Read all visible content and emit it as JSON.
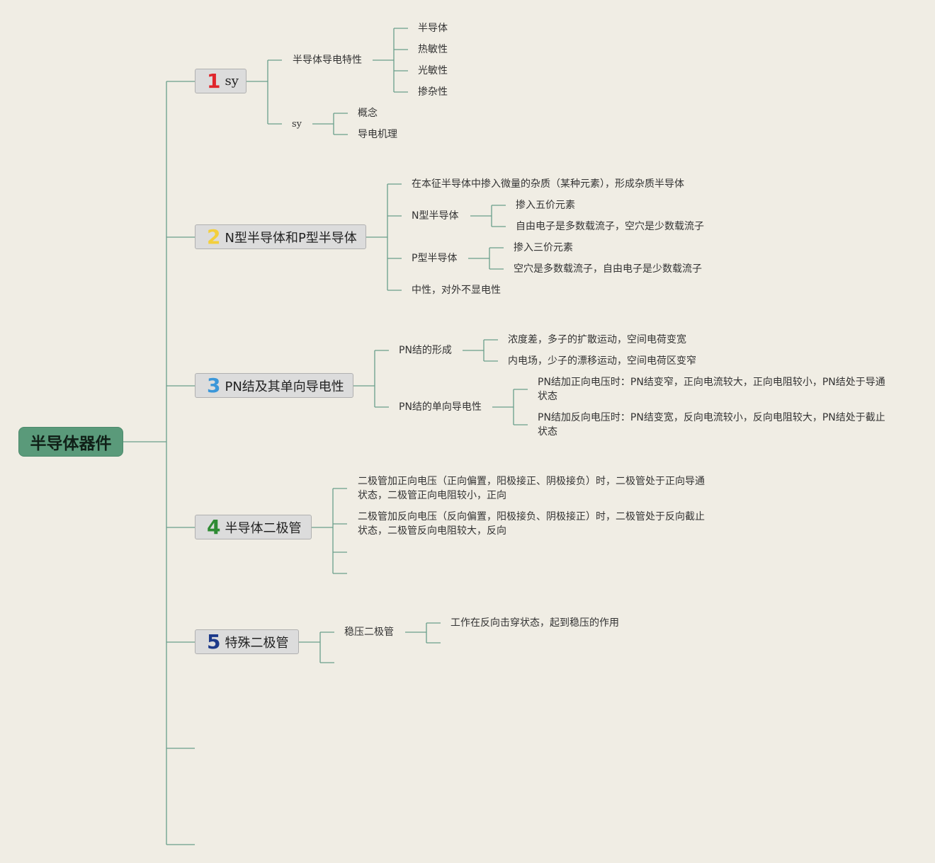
{
  "root": {
    "label": "半导体器件"
  },
  "topics": [
    {
      "number": "1",
      "color": "#e0262c",
      "label": "sy"
    },
    {
      "number": "2",
      "color": "#f3cf3c",
      "label": "N型半导体和P型半导体"
    },
    {
      "number": "3",
      "color": "#3b97d9",
      "label": "PN结及其单向导电性"
    },
    {
      "number": "4",
      "color": "#2e8b33",
      "label": "半导体二极管"
    },
    {
      "number": "5",
      "color": "#1d3a8a",
      "label": "特殊二极管"
    }
  ],
  "t1": {
    "a": {
      "label": "半导体导电特性",
      "children": [
        "半导体",
        "热敏性",
        "光敏性",
        "掺杂性"
      ]
    },
    "b": {
      "label": "sy",
      "children": [
        "概念",
        "导电机理"
      ]
    }
  },
  "t2": {
    "c1": "在本征半导体中掺入微量的杂质（某种元素），形成杂质半导体",
    "n": {
      "label": "N型半导体",
      "children": [
        "掺入五价元素",
        "自由电子是多数载流子，空穴是少数载流子"
      ]
    },
    "p": {
      "label": "P型半导体",
      "children": [
        "掺入三价元素",
        "空穴是多数载流子，自由电子是少数载流子"
      ]
    },
    "c4": "中性，对外不显电性"
  },
  "t3": {
    "a": {
      "label": "PN结的形成",
      "children": [
        "浓度差，多子的扩散运动，空间电荷变宽",
        "内电场，少子的漂移运动，空间电荷区变窄"
      ]
    },
    "b": {
      "label": "PN结的单向导电性",
      "children": [
        "PN结加正向电压时：PN结变窄，正向电流较大，正向电阻较小，PN结处于导通状态",
        "PN结加反向电压时：PN结变宽，反向电流较小，反向电阻较大，PN结处于截止状态"
      ]
    }
  },
  "t4": {
    "children": [
      "二极管加正向电压（正向偏置，阳极接正、阴极接负）时，二极管处于正向导通状态，二极管正向电阻较小，正向",
      "二极管加反向电压（反向偏置，阳极接负、阴极接正）时，二极管处于反向截止状态，二极管反向电阻较大，反向"
    ]
  },
  "t5": {
    "a": {
      "label": "稳压二极管",
      "children": [
        "工作在反向击穿状态，起到稳压的作用"
      ]
    }
  },
  "colors": {
    "line": "#6a9e8a",
    "root_fill": "#5a9a7a",
    "topic_fill": "#dcdcdc",
    "background": "#f0ede4"
  }
}
